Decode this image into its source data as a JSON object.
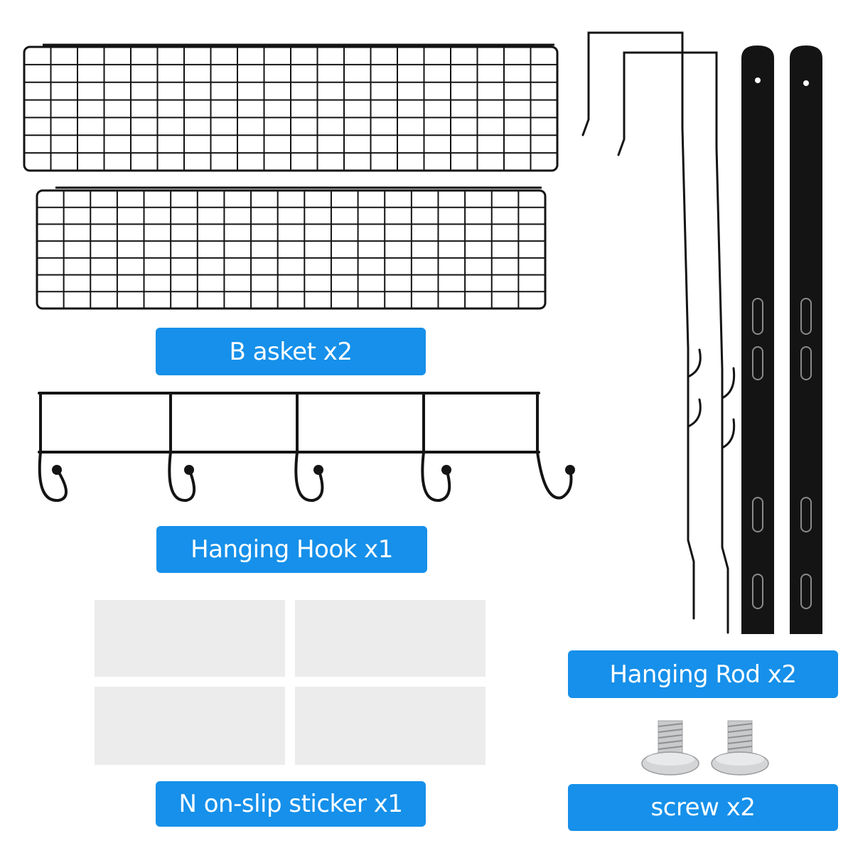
{
  "colors": {
    "label_bg": "#1690ea",
    "label_text": "#ffffff",
    "metal": "#141414",
    "sticker": "#ececec",
    "screw": "#c9cacc"
  },
  "labels": {
    "basket": "B asket x2",
    "hanging_hook": "Hanging Hook x1",
    "non_slip_sticker": "N on-slip sticker x1",
    "hanging_rod": "Hanging Rod x2",
    "screw": "screw x2"
  },
  "items": {
    "basket_count": 2,
    "hanging_hook_count": 1,
    "hanging_rod_count": 2,
    "sticker_pieces": 4,
    "screw_count": 2
  }
}
